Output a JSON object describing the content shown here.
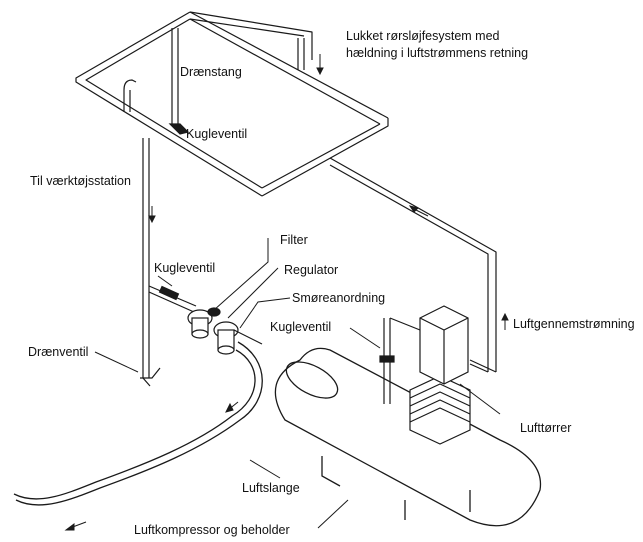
{
  "labels": {
    "closed_loop_line1": "Lukket rørsløjfesystem med",
    "closed_loop_line2": "hældning i luftstrømmens retning",
    "drain_rod": "Drænstang",
    "ball_valve_top": "Kugleventil",
    "to_tool_station": "Til værktøjsstation",
    "filter": "Filter",
    "ball_valve_left": "Kugleventil",
    "regulator": "Regulator",
    "lubricator": "Smøreanordning",
    "ball_valve_right": "Kugleventil",
    "airflow": "Luftgennemstrømning",
    "drain_valve": "Drænventil",
    "air_dryer": "Lufttørrer",
    "air_hose": "Luftslange",
    "compressor_tank": "Luftkompressor og beholder"
  },
  "colors": {
    "line": "#1a1a1a",
    "pipe_fill": "#ffffff",
    "text": "#111111"
  }
}
